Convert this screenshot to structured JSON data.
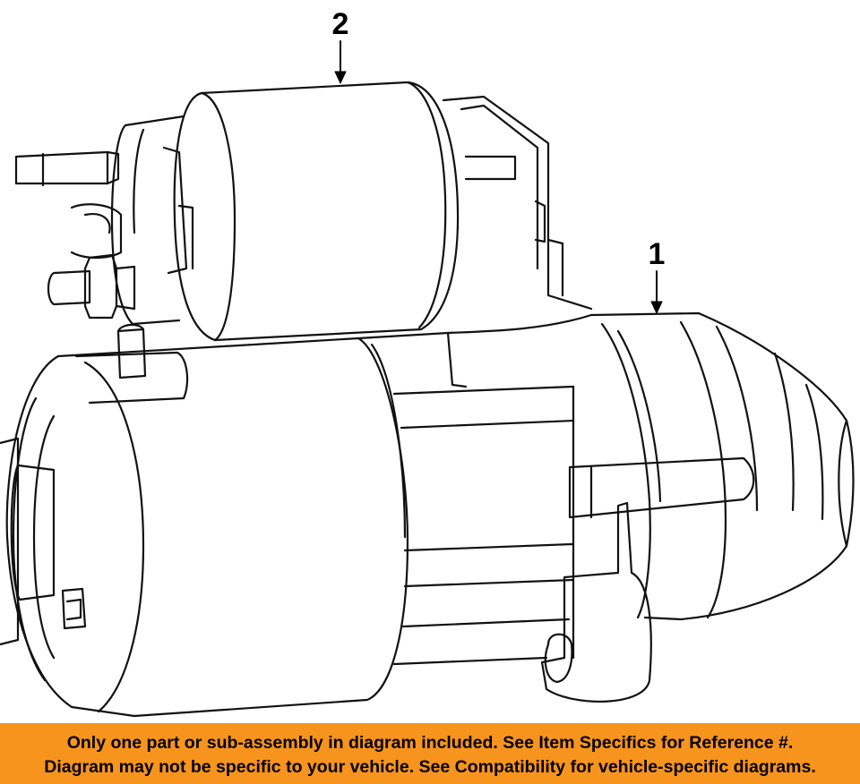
{
  "diagram": {
    "callouts": [
      {
        "number": "1",
        "part": "starter-motor"
      },
      {
        "number": "2",
        "part": "solenoid"
      }
    ]
  },
  "notice": {
    "line1": "Only one part or sub-assembly in diagram included. See Item Specifics for Reference #.",
    "line2": "Diagram may not be specific to your vehicle. See Compatibility for vehicle-specific diagrams.",
    "background_color": "#f7941d"
  }
}
